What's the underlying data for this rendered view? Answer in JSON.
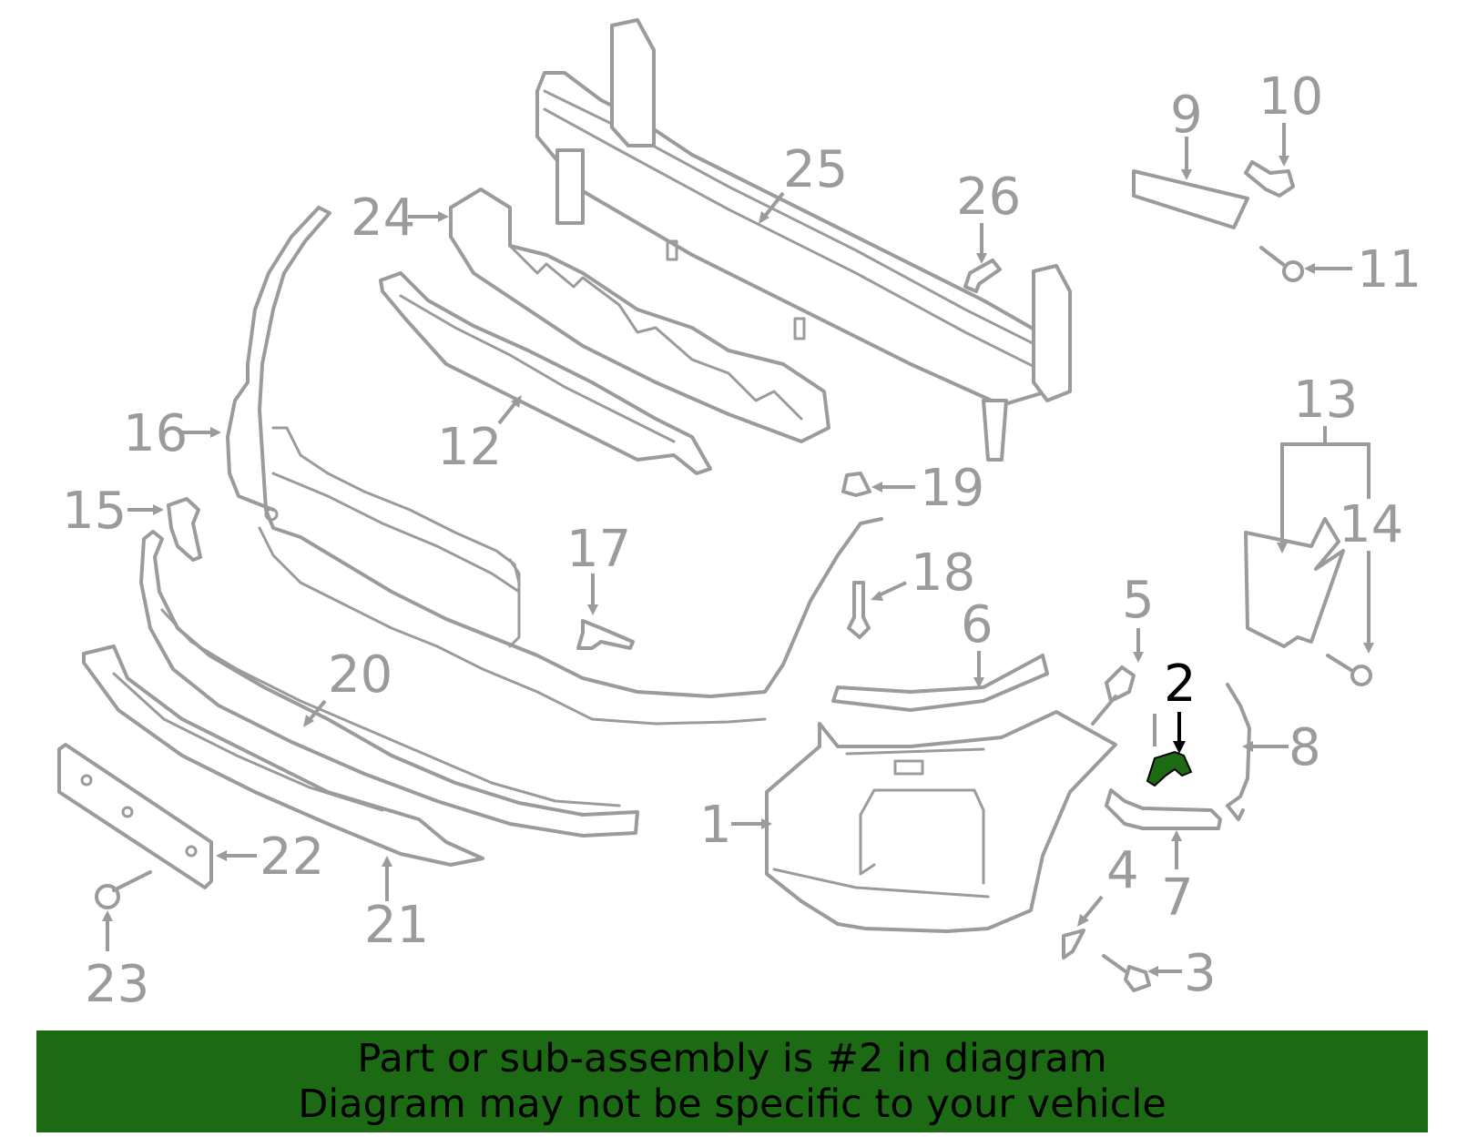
{
  "callouts": {
    "c1": "1",
    "c2": "2",
    "c3": "3",
    "c4": "4",
    "c5": "5",
    "c6": "6",
    "c7": "7",
    "c8": "8",
    "c9": "9",
    "c10": "10",
    "c11": "11",
    "c12": "12",
    "c13": "13",
    "c14": "14",
    "c15": "15",
    "c16": "16",
    "c17": "17",
    "c18": "18",
    "c19": "19",
    "c20": "20",
    "c21": "21",
    "c22": "22",
    "c23": "23",
    "c24": "24",
    "c25": "25",
    "c26": "26"
  },
  "highlighted_part": "2",
  "colors": {
    "line": "#9b9b9b",
    "highlight": "#1d6a14",
    "banner_bg": "#1d6a14",
    "banner_text": "#000000"
  },
  "banner": {
    "line1": "Part or sub-assembly is #2 in diagram",
    "line2": "Diagram may not be specific to your vehicle"
  }
}
